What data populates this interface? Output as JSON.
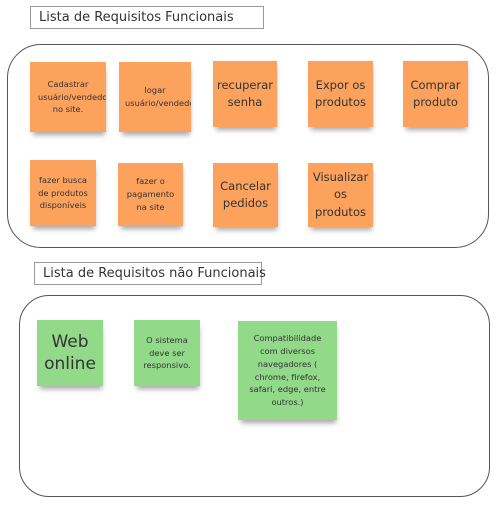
{
  "sections": {
    "functional": {
      "title": "Lista de Requisitos Funcionais",
      "notes": [
        {
          "text": "Cadastrar usuário/vendedor  no site.",
          "color": "#fca25d"
        },
        {
          "text": "logar usuário/vendedor",
          "color": "#fca25d"
        },
        {
          "text": "recuperar senha",
          "color": "#fca25d"
        },
        {
          "text": "Expor os produtos",
          "color": "#fca25d"
        },
        {
          "text": "Comprar produto",
          "color": "#fca25d"
        },
        {
          "text": "fazer busca de produtos disponíveis",
          "color": "#fca25d"
        },
        {
          "text": "fazer o pagamento na site",
          "color": "#fca25d"
        },
        {
          "text": "Cancelar pedidos",
          "color": "#fca25d"
        },
        {
          "text": "Visualizar os produtos",
          "color": "#fca25d"
        }
      ]
    },
    "non_functional": {
      "title": "Lista de Requisitos não Funcionais",
      "notes": [
        {
          "text": "Web online",
          "color": "#92d98a"
        },
        {
          "text": "O sistema deve ser responsivo.",
          "color": "#92d98a"
        },
        {
          "text": "Compatibilidade com diversos navegadores ( chrome, firefox, safari, edge, entre outros.)",
          "color": "#92d98a"
        }
      ]
    }
  }
}
